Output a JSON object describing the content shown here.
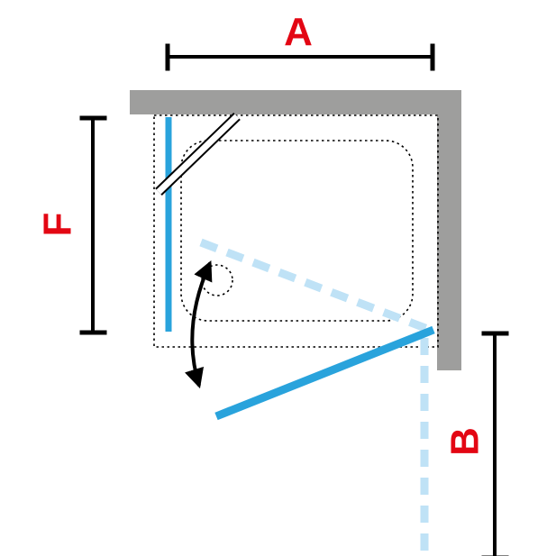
{
  "diagram": {
    "labels": {
      "a": "A",
      "f": "F",
      "b": "B"
    },
    "colors": {
      "label": "#e30613",
      "wall": "#9e9e9d",
      "line": "#000000",
      "glass": "#29a3dc",
      "glass_light": "#bfe2f6"
    }
  }
}
